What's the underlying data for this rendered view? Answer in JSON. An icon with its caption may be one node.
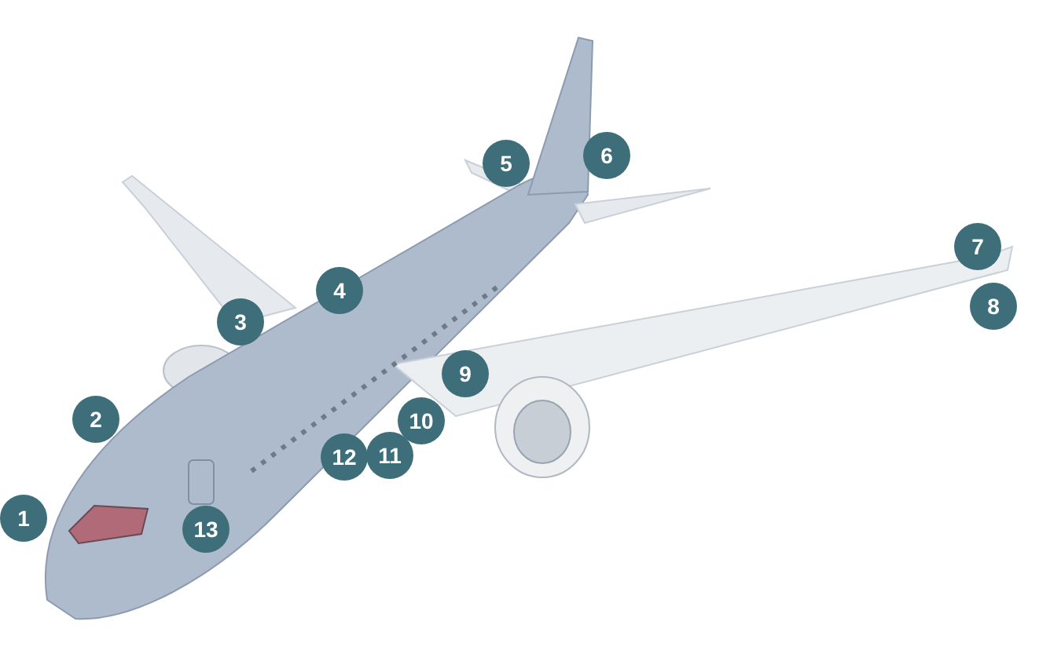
{
  "diagram": {
    "labels": [
      "5",
      "6",
      "7",
      "4",
      "8",
      "3",
      "9",
      "2",
      "10",
      "12",
      "11",
      "1",
      "13"
    ]
  }
}
